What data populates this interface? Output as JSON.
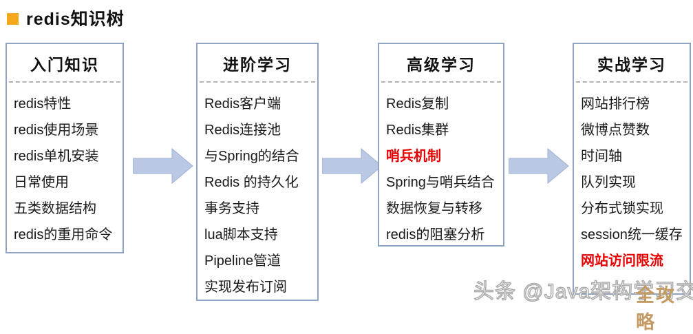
{
  "title": {
    "text": "redis知识树"
  },
  "colors": {
    "bullet": "#F5A81C",
    "box_border": "#8FA3C4",
    "arrow_fill": "#BAC8E4",
    "arrow_stroke": "#9FB2D4",
    "emphasis_red": "#E60000",
    "stamp": "#C49A62"
  },
  "columns": [
    {
      "header": "入门知识",
      "items": [
        {
          "text": "redis特性"
        },
        {
          "text": "redis使用场景"
        },
        {
          "text": "redis单机安装"
        },
        {
          "text": "日常使用"
        },
        {
          "text": "五类数据结构"
        },
        {
          "text": "redis的重用命令"
        }
      ]
    },
    {
      "header": "进阶学习",
      "items": [
        {
          "text": "Redis客户端"
        },
        {
          "text": "Redis连接池"
        },
        {
          "text": "与Spring的结合"
        },
        {
          "text": "Redis 的持久化"
        },
        {
          "text": "事务支持"
        },
        {
          "text": "lua脚本支持"
        },
        {
          "text": "Pipeline管道"
        },
        {
          "text": "实现发布订阅"
        }
      ]
    },
    {
      "header": "高级学习",
      "items": [
        {
          "text": "Redis复制"
        },
        {
          "text": "Redis集群"
        },
        {
          "text": "哨兵机制",
          "style": "color:#E60000;font-weight:bold"
        },
        {
          "text": "Spring与哨兵结合"
        },
        {
          "text": "数据恢复与转移"
        },
        {
          "text": "redis的阻塞分析"
        }
      ]
    },
    {
      "header": "实战学习",
      "items": [
        {
          "text": "网站排行榜"
        },
        {
          "text": "微博点赞数"
        },
        {
          "text": "时间轴"
        },
        {
          "text": "队列实现"
        },
        {
          "text": "分布式锁实现"
        },
        {
          "text": "session统一缓存"
        },
        {
          "text": "网站访问限流",
          "style": "color:#E60000;font-weight:bold"
        }
      ]
    }
  ],
  "watermark": {
    "text": "头条 @Java架构学习交流",
    "stamp": "全攻略"
  }
}
